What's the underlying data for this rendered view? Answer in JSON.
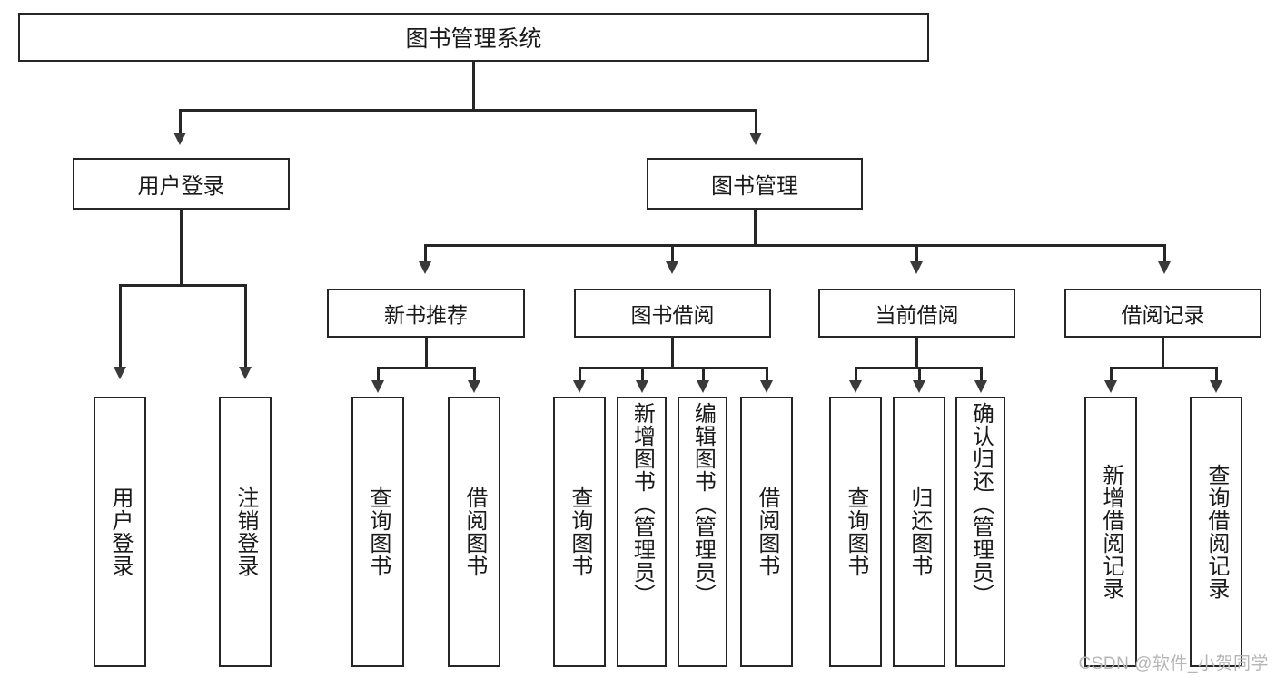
{
  "diagram": {
    "title": "图书管理系统",
    "type": "功能结构图",
    "root": {
      "label": "图书管理系统"
    },
    "level1": [
      {
        "id": "user-login",
        "label": "用户登录"
      },
      {
        "id": "book-management",
        "label": "图书管理"
      }
    ],
    "level2": [
      {
        "id": "new-book-recommend",
        "label": "新书推荐",
        "parent": "book-management"
      },
      {
        "id": "book-borrow",
        "label": "图书借阅",
        "parent": "book-management"
      },
      {
        "id": "current-borrow",
        "label": "当前借阅",
        "parent": "book-management"
      },
      {
        "id": "borrow-record",
        "label": "借阅记录",
        "parent": "book-management"
      }
    ],
    "leaves": [
      {
        "id": "leaf-user-login",
        "label": "用户登录",
        "parent": "user-login"
      },
      {
        "id": "leaf-user-logout",
        "label": "注销登录",
        "parent": "user-login"
      },
      {
        "id": "leaf-query-book-1",
        "label": "查询图书",
        "parent": "new-book-recommend"
      },
      {
        "id": "leaf-borrow-book-1",
        "label": "借阅图书",
        "parent": "new-book-recommend"
      },
      {
        "id": "leaf-query-book-2",
        "label": "查询图书",
        "parent": "book-borrow"
      },
      {
        "id": "leaf-add-book",
        "label": "新增图书（管理员）",
        "parent": "book-borrow"
      },
      {
        "id": "leaf-edit-book",
        "label": "编辑图书（管理员）",
        "parent": "book-borrow"
      },
      {
        "id": "leaf-borrow-book-2",
        "label": "借阅图书",
        "parent": "book-borrow"
      },
      {
        "id": "leaf-query-book-3",
        "label": "查询图书",
        "parent": "current-borrow"
      },
      {
        "id": "leaf-return-book",
        "label": "归还图书",
        "parent": "current-borrow"
      },
      {
        "id": "leaf-confirm-return",
        "label": "确认归还（管理员）",
        "parent": "current-borrow"
      },
      {
        "id": "leaf-add-record",
        "label": "新增借阅记录",
        "parent": "borrow-record"
      },
      {
        "id": "leaf-query-record",
        "label": "查询借阅记录",
        "parent": "borrow-record"
      }
    ]
  },
  "watermark": {
    "text": "CSDN @软件_小贺同学"
  },
  "colors": {
    "stroke": "#262626",
    "background": "#ffffff",
    "text": "#1a1a1a",
    "watermark": "#b6b6b6"
  }
}
